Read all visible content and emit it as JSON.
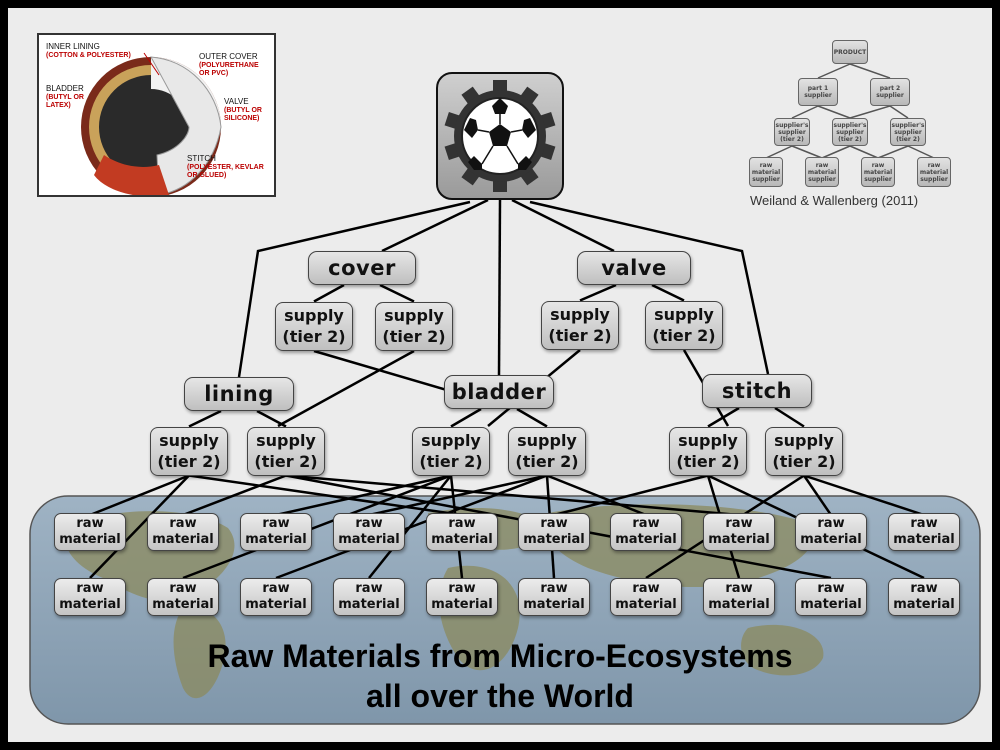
{
  "hub": {
    "icon": "gear-soccer-ball-icon"
  },
  "components": [
    "cover",
    "valve",
    "lining",
    "bladder",
    "stitch"
  ],
  "supply_label": "supply\n(tier 2)",
  "raw_label": "raw\nmaterial",
  "caption": {
    "line1": "Raw Materials from Micro-Ecosystems",
    "line2": "all over the World"
  },
  "citation": "Weiland & Wallenberg (2011)",
  "inset": {
    "labels": [
      {
        "title": "INNER LINING",
        "sub": "(COTTON & POLYESTER)"
      },
      {
        "title": "BLADDER",
        "sub": "(BUTYL OR\nLATEX)"
      },
      {
        "title": "OUTER COVER",
        "sub": "(POLYURETHANE\nOR PVC)"
      },
      {
        "title": "VALVE",
        "sub": "(BUTYL OR\nSILICONE)"
      },
      {
        "title": "STITCH",
        "sub": "(POLYESTER, KEVLAR\nOR GLUED)"
      }
    ]
  },
  "mini_diagram": {
    "product": "PRODUCT",
    "tier1": [
      "part 1\nsupplier",
      "part 2\nsupplier"
    ],
    "tier2": [
      "supplier's\nsupplier\n(tier 2)",
      "supplier's\nsupplier\n(tier 2)",
      "supplier's\nsupplier\n(tier 2)",
      "supplier's\nsupplier\n(tier 2)"
    ],
    "raw": [
      "raw\nmaterial\nsupplier",
      "raw\nmaterial\nsupplier",
      "raw\nmaterial\nsupplier",
      "raw\nmaterial\nsupplier"
    ]
  }
}
